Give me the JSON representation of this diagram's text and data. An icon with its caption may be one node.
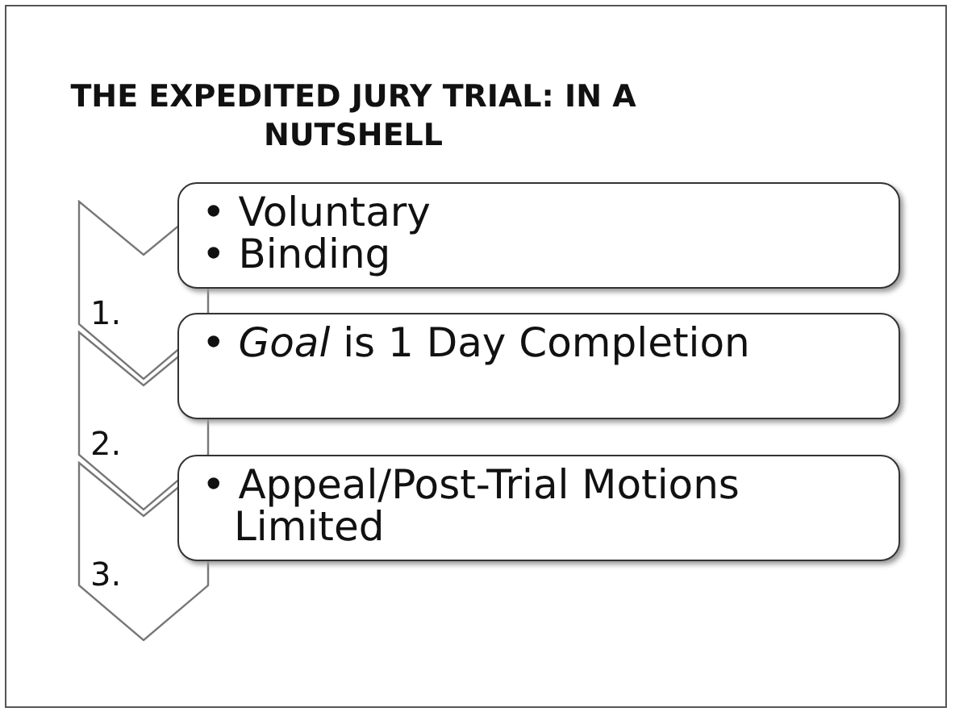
{
  "diagram": {
    "title": "THE EXPEDITED JURY TRIAL: IN A NUTSHELL",
    "nodes": [
      {
        "text": [
          "1."
        ]
      },
      {
        "text": [
          "• Voluntary",
          "• Binding"
        ]
      },
      {
        "text": [
          "2."
        ]
      },
      {
        "text": [
          "• *Goal* is 1 Day Completion"
        ]
      },
      {
        "text": [
          "3."
        ]
      },
      {
        "text": [
          "• Appeal/Post-Trial Motions Limited"
        ]
      }
    ],
    "edges": []
  }
}
